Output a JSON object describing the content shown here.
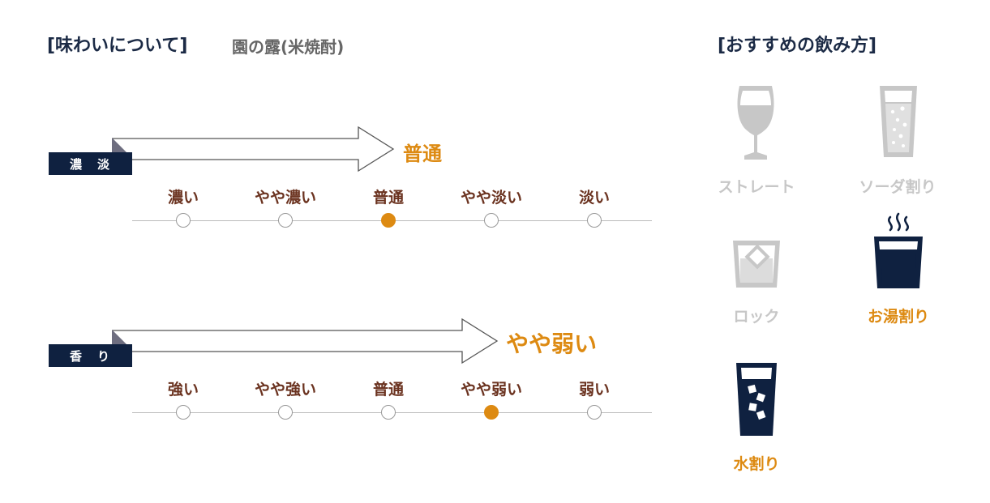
{
  "header": {
    "title": "[味わいについて]",
    "product": "園の露(米焼酎)",
    "recommend_title": "[おすすめの飲み方]"
  },
  "taste": {
    "label": "濃　淡",
    "result": "普通",
    "levels": [
      "濃い",
      "やや濃い",
      "普通",
      "やや淡い",
      "淡い"
    ],
    "selected_index": 2
  },
  "aroma": {
    "label": "香　り",
    "result": "やや弱い",
    "levels": [
      "強い",
      "やや強い",
      "普通",
      "やや弱い",
      "弱い"
    ],
    "selected_index": 3
  },
  "serving": [
    {
      "name": "ストレート",
      "icon": "wine-glass-icon",
      "recommended": false
    },
    {
      "name": "ソーダ割り",
      "icon": "soda-glass-icon",
      "recommended": false
    },
    {
      "name": "ロック",
      "icon": "rock-glass-icon",
      "recommended": false
    },
    {
      "name": "お湯割り",
      "icon": "hot-water-cup-icon",
      "recommended": true
    },
    {
      "name": "水割り",
      "icon": "water-glass-icon",
      "recommended": true
    }
  ],
  "colors": {
    "accent": "#dd8a12",
    "navy": "#0f2140",
    "level_text": "#6b3320",
    "inactive_icon": "#c7c7c7"
  }
}
